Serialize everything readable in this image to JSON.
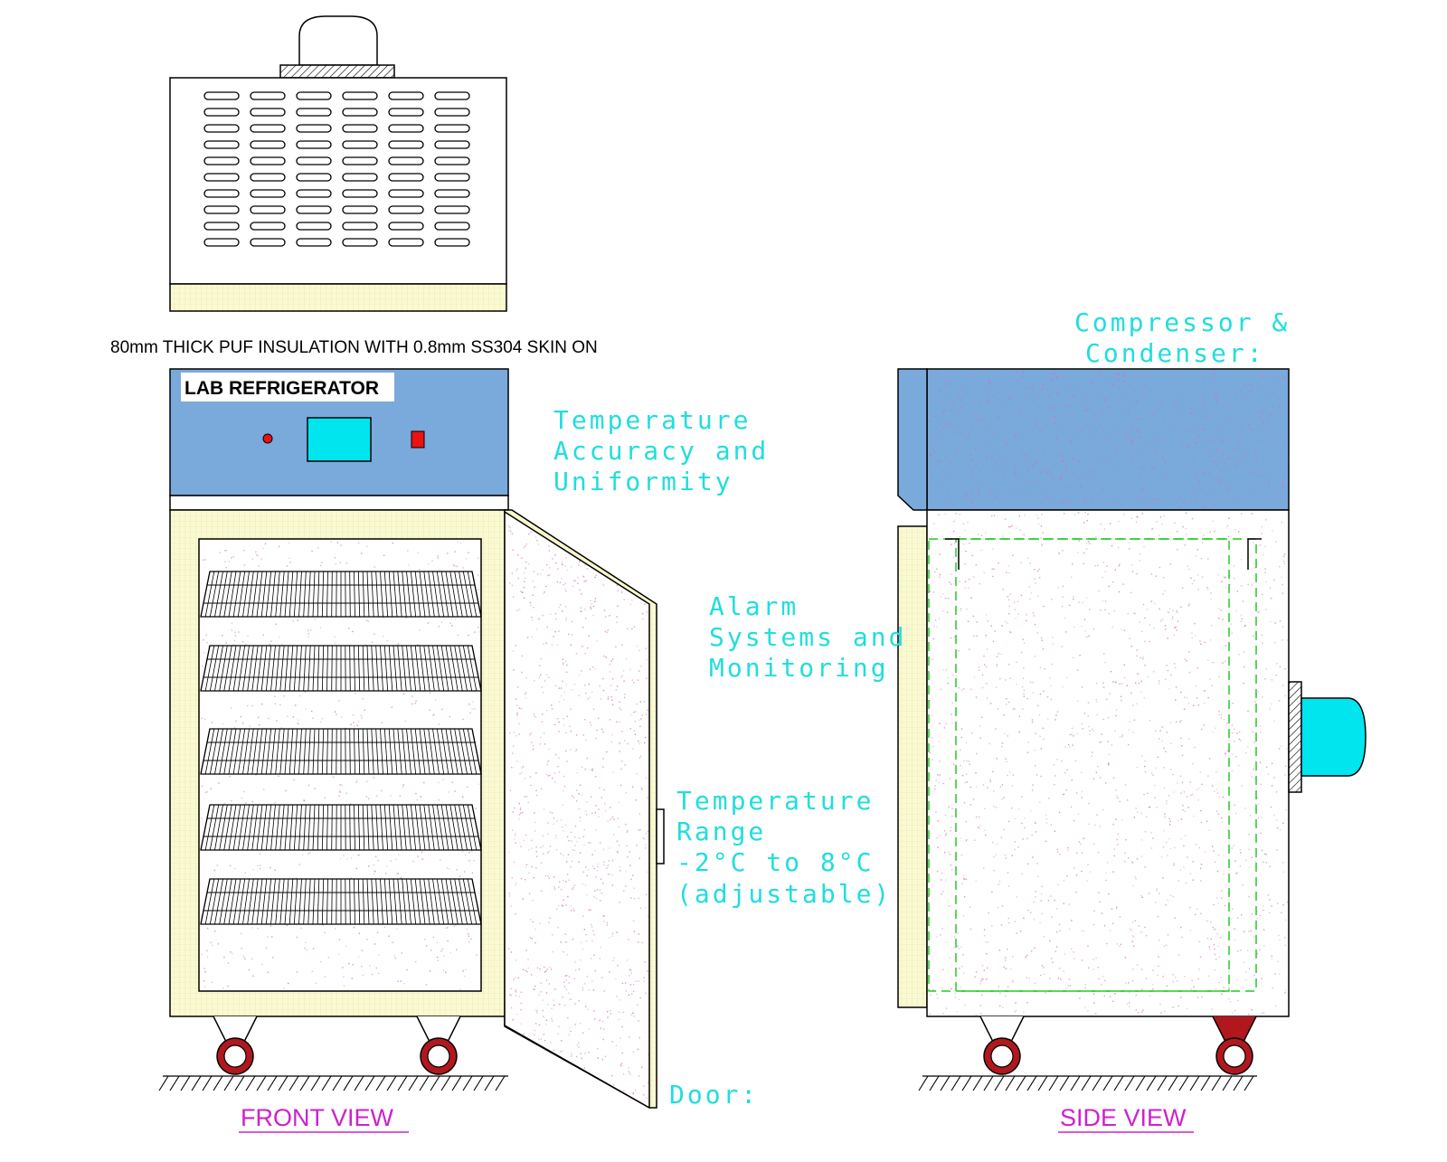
{
  "panel": {
    "brand_label": "LAB REFRIGERATOR"
  },
  "notes": {
    "insulation": "80mm THICK PUF INSULATION WITH 0.8mm SS304 SKIN ON",
    "temp_accuracy": [
      "Temperature",
      "Accuracy and",
      "Uniformity"
    ],
    "alarm": [
      "Alarm",
      "Systems and",
      "Monitoring"
    ],
    "temp_range": [
      "Temperature",
      "Range",
      "-2°C to 8°C",
      "(adjustable)"
    ],
    "door": "Door:",
    "compressor": [
      "Compressor &",
      "Condenser:"
    ]
  },
  "views": {
    "front": "FRONT VIEW",
    "side": "SIDE VIEW"
  },
  "colors": {
    "panel_blue": "#7aa9dc",
    "display_cyan": "#00e5ee",
    "annotation_cyan": "#22dddd",
    "view_label_magenta": "#cc22cc",
    "insulation_yellow": "#fafad2",
    "foam_speckle": "#d07ab8",
    "caster_red": "#b0181e",
    "dashed_green": "#22cc22"
  },
  "icons": {
    "power_indicator": "red-led-dot-icon",
    "switch": "red-square-switch-icon",
    "display": "cyan-display-icon",
    "wheel": "caster-wheel-icon"
  }
}
